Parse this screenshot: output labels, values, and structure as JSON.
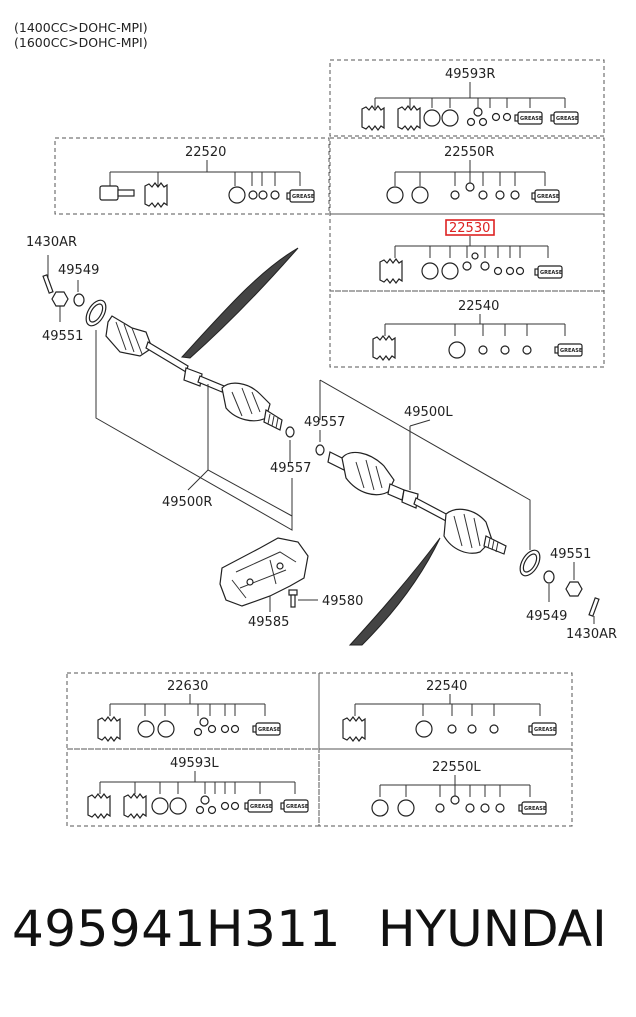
{
  "header": {
    "line1": "(1400CC>DOHC-MPI)",
    "line2": "(1600CC>DOHC-MPI)"
  },
  "labels": {
    "kit_49593R": "49593R",
    "kit_22520": "22520",
    "kit_22550R": "22550R",
    "kit_22530": "22530",
    "kit_22540_top": "22540",
    "p_1430AR_left": "1430AR",
    "p_49549_left": "49549",
    "p_49551_left": "49551",
    "p_49557_mid": "49557",
    "p_49557_right": "49557",
    "p_49500R": "49500R",
    "p_49500L": "49500L",
    "p_49551_right": "49551",
    "p_49549_right": "49549",
    "p_1430AR_right": "1430AR",
    "p_49580": "49580",
    "p_49585": "49585",
    "kit_22630": "22630",
    "kit_22540_bottom": "22540",
    "kit_49593L": "49593L",
    "kit_22550L": "22550L",
    "grease": "GREASE"
  },
  "highlight": {
    "part": "22530",
    "color": "#d22222"
  },
  "footer": {
    "part_number": "495941H311",
    "brand": "HYUNDAI"
  }
}
